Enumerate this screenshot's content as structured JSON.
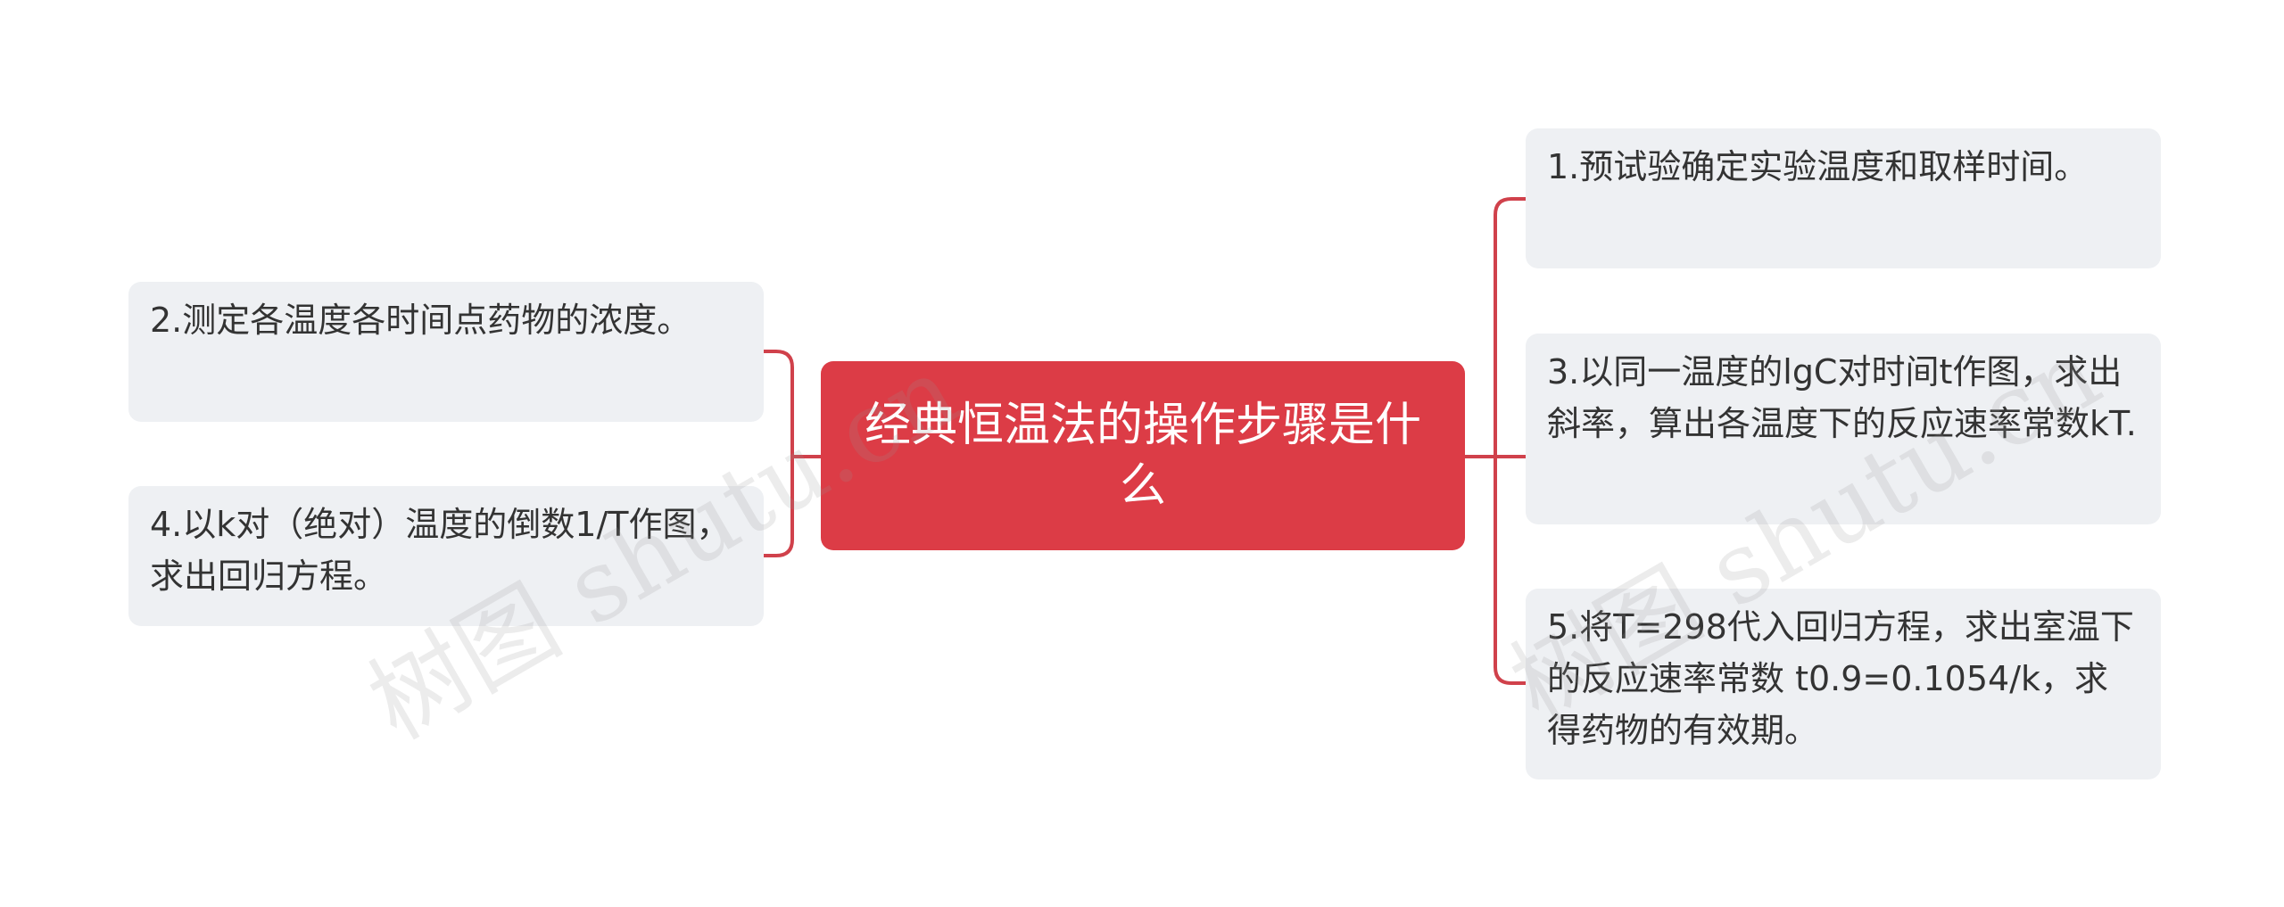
{
  "colors": {
    "accent": "#dc3c46",
    "node_bg": "#eef0f3",
    "line": "#d0414b"
  },
  "center": {
    "title": "经典恒温法的操作步骤是什么"
  },
  "left_nodes": [
    {
      "text": "2.测定各温度各时间点药物的浓度。"
    },
    {
      "text": "4.以k对（绝对）温度的倒数1/T作图，求出回归方程。"
    }
  ],
  "right_nodes": [
    {
      "text": "1.预试验确定实验温度和取样时间。"
    },
    {
      "text": "3.以同一温度的lgC对时间t作图，求出斜率，算出各温度下的反应速率常数kT."
    },
    {
      "text": "5.将T=298代入回归方程，求出室温下的反应速率常数 t0.9=0.1054/k，求得药物的有效期。"
    }
  ],
  "watermarks": [
    "树图 shutu.cn",
    "树图 shutu.cn"
  ]
}
